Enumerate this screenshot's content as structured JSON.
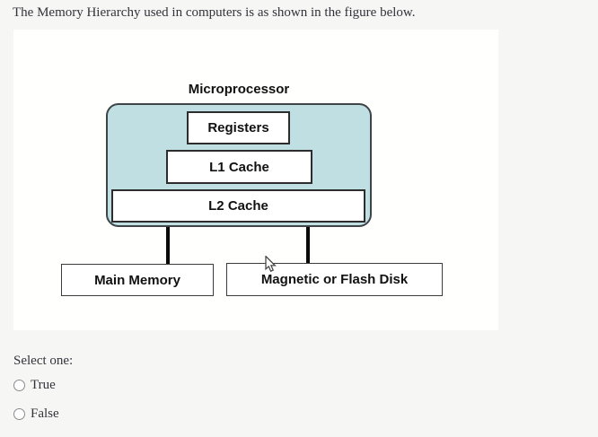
{
  "page": {
    "background_color": "#f6f6f5",
    "panel_color": "#fffffe"
  },
  "question": {
    "text": "The Memory Hierarchy used in computers is as shown in the figure below."
  },
  "diagram": {
    "title": "Microprocessor",
    "chip_fill_color": "#bfdfe3",
    "inner_boxes": [
      {
        "label": "Registers"
      },
      {
        "label": "L1 Cache"
      },
      {
        "label": "L2 Cache"
      }
    ],
    "outer_boxes": [
      {
        "label": "Main Memory"
      },
      {
        "label": "Magnetic or Flash Disk"
      }
    ],
    "cursor_icon": "arrow-pointer"
  },
  "answer": {
    "prompt": "Select one:",
    "options": [
      {
        "label": "True",
        "selected": false
      },
      {
        "label": "False",
        "selected": false
      }
    ]
  }
}
